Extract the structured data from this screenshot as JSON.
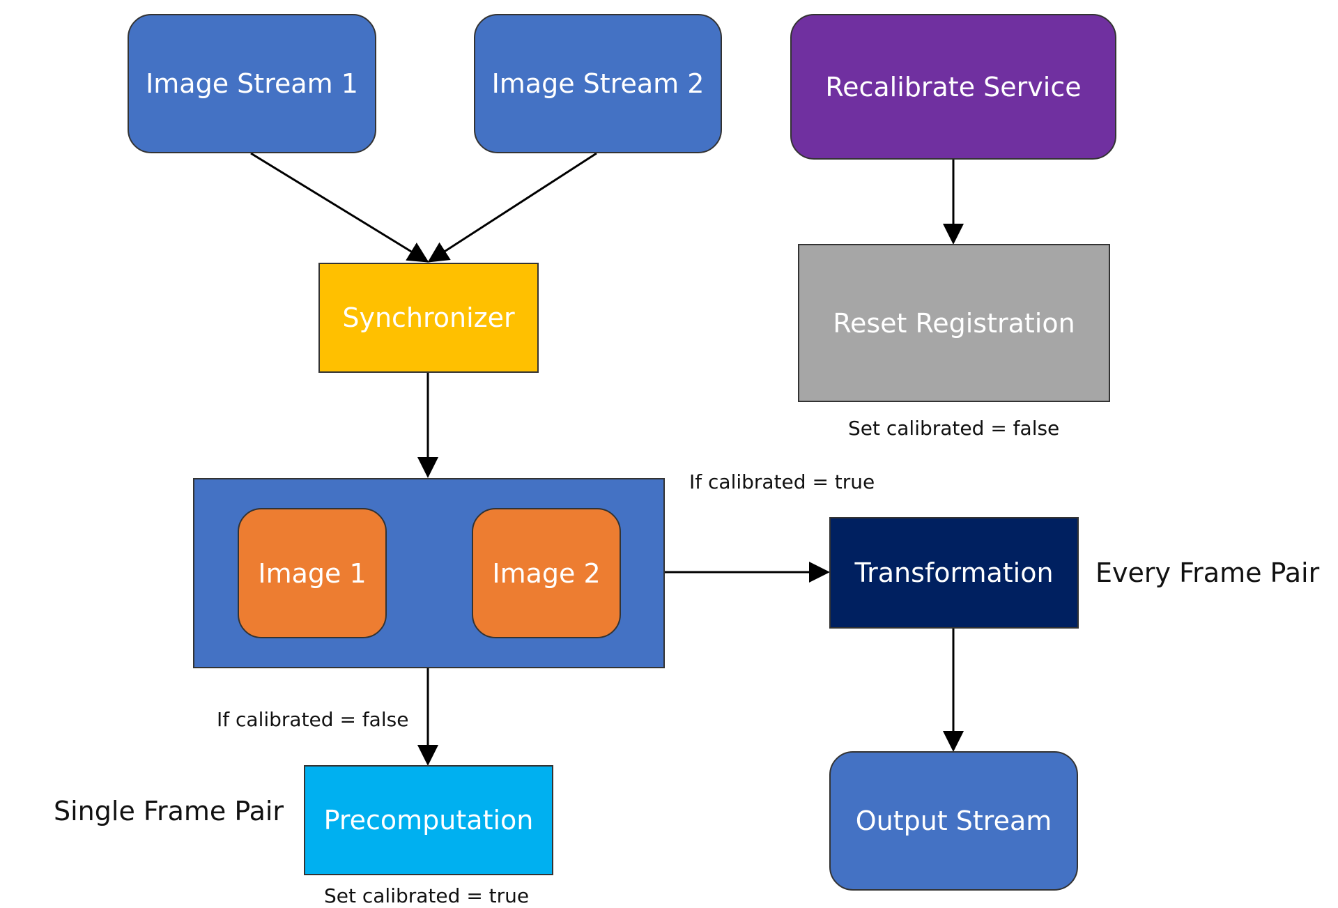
{
  "nodes": {
    "image_stream_1": "Image Stream 1",
    "image_stream_2": "Image Stream 2",
    "recalibrate_service": "Recalibrate Service",
    "synchronizer": "Synchronizer",
    "reset_registration": "Reset Registration",
    "image_1": "Image 1",
    "image_2": "Image 2",
    "transformation": "Transformation",
    "precomputation": "Precomputation",
    "output_stream": "Output Stream"
  },
  "annotations": {
    "set_calibrated_false": "Set calibrated = false",
    "if_calibrated_true": "If calibrated = true",
    "every_frame_pair": "Every Frame Pair",
    "if_calibrated_false": "If calibrated = false",
    "single_frame_pair": "Single Frame Pair",
    "set_calibrated_true": "Set calibrated = true"
  },
  "colors": {
    "stream_blue": "#4472C4",
    "recalibrate_purple": "#7030A0",
    "synchronizer_yellow": "#FFC000",
    "reset_gray": "#A6A6A6",
    "image_orange": "#ED7D31",
    "transformation_navy": "#002060",
    "precomputation_cyan": "#00B0F0"
  },
  "edges": [
    {
      "from": "image_stream_1",
      "to": "synchronizer"
    },
    {
      "from": "image_stream_2",
      "to": "synchronizer"
    },
    {
      "from": "recalibrate_service",
      "to": "reset_registration"
    },
    {
      "from": "synchronizer",
      "to": "frame_pair_group"
    },
    {
      "from": "frame_pair_group",
      "to": "transformation"
    },
    {
      "from": "frame_pair_group",
      "to": "precomputation"
    },
    {
      "from": "transformation",
      "to": "output_stream"
    }
  ]
}
